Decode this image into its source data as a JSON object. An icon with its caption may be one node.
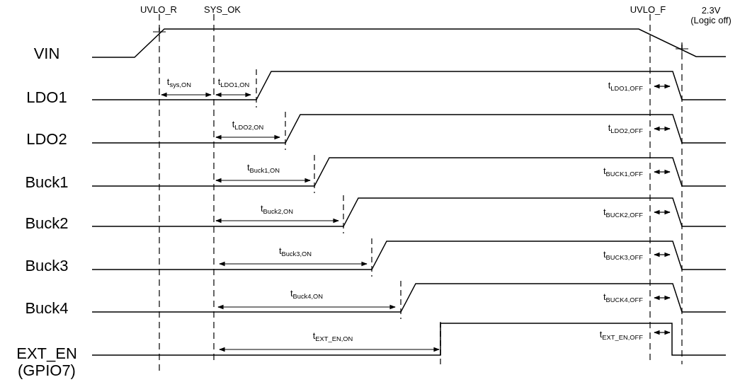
{
  "diagram": {
    "labels": [
      "UVLO_R",
      "SYS_OK",
      "UVLO_F",
      "2.3V (Logic off)",
      "VIN",
      "t$_{sys,ON}$",
      "t$_{LDO1,ON}$",
      "LDO1",
      "t$_{LDO1,OFF}$",
      "t$_{LDO2,ON}$",
      "LDO2",
      "t$_{LDO2,OFF}$",
      "t$_{Buck1,ON}$",
      "Buck1",
      "t$_{BUCK1,OFF}$",
      "t$_{Buck2,ON}$",
      "Buck2",
      "t$_{BUCK2,OFF}$",
      "t$_{Buck3,ON}$",
      "Buck3",
      "t$_{BUCK3,OFF}$",
      "t$_{Buck4,ON}$",
      "Buck4",
      "t$_{BUCK4,OFF}$",
      "t$_{EXT_EN,ON}$",
      "t$_{EXT_EN,OFF}$",
      "EXT_EN (GPIO7)"
    ]
  }
}
